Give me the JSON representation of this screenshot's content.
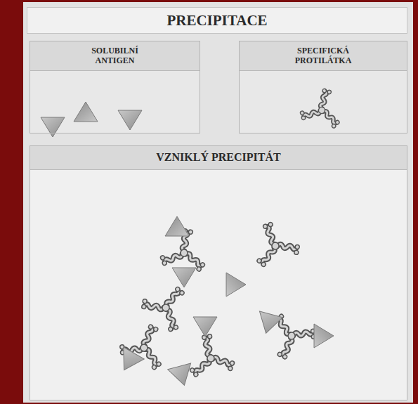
{
  "diagram": {
    "title": "PRECIPITACE",
    "nodes": [
      {
        "text": [
          "SOLUBILNÍ ANTIGEN"
        ]
      },
      {
        "text": [
          "SPECIFICKÁ PROTILÁTKA"
        ]
      },
      {
        "text": [
          "VZNIKLÝ PRECIPITÁT"
        ]
      }
    ]
  }
}
